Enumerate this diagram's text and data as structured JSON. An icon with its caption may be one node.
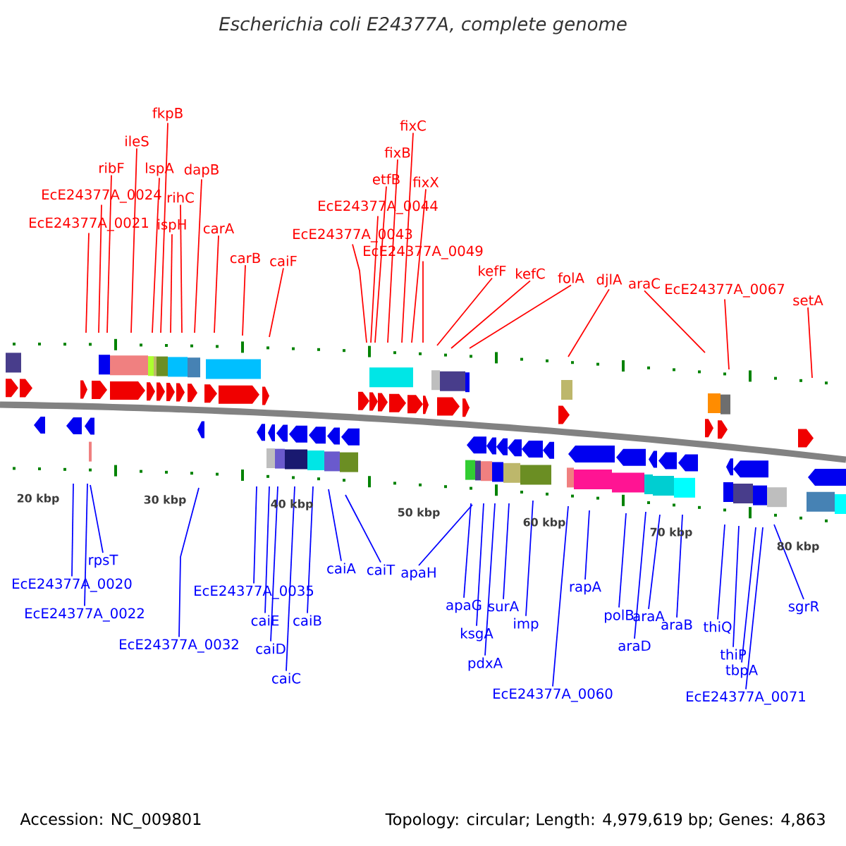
{
  "diagram": {
    "title": "Escherichia coli E24377A, complete genome",
    "nodes": [
      {
        "text": [
          "EcE24377A_0021"
        ]
      },
      {
        "text": [
          "EcE24377A_0024"
        ]
      },
      {
        "text": [
          "ribF"
        ]
      },
      {
        "text": [
          "ileS"
        ]
      },
      {
        "text": [
          "lspA"
        ]
      },
      {
        "text": [
          "fkpB"
        ]
      },
      {
        "text": [
          "ispH"
        ]
      },
      {
        "text": [
          "rihC"
        ]
      },
      {
        "text": [
          "dapB"
        ]
      },
      {
        "text": [
          "carA"
        ]
      },
      {
        "text": [
          "carB"
        ]
      },
      {
        "text": [
          "caiF"
        ]
      },
      {
        "text": [
          "EcE24377A_0043"
        ]
      },
      {
        "text": [
          "EcE24377A_0044"
        ]
      },
      {
        "text": [
          "etfB"
        ]
      },
      {
        "text": [
          "fixB"
        ]
      },
      {
        "text": [
          "fixC"
        ]
      },
      {
        "text": [
          "fixX"
        ]
      },
      {
        "text": [
          "EcE24377A_0049"
        ]
      },
      {
        "text": [
          "kefF"
        ]
      },
      {
        "text": [
          "kefC"
        ]
      },
      {
        "text": [
          "folA"
        ]
      },
      {
        "text": [
          "djlA"
        ]
      },
      {
        "text": [
          "araC"
        ]
      },
      {
        "text": [
          "EcE24377A_0067"
        ]
      },
      {
        "text": [
          "setA"
        ]
      },
      {
        "text": [
          "EcE24377A_0020"
        ]
      },
      {
        "text": [
          "rpsT"
        ]
      },
      {
        "text": [
          "EcE24377A_0022"
        ]
      },
      {
        "text": [
          "EcE24377A_0032"
        ]
      },
      {
        "text": [
          "EcE24377A_0035"
        ]
      },
      {
        "text": [
          "caiE"
        ]
      },
      {
        "text": [
          "caiD"
        ]
      },
      {
        "text": [
          "caiC"
        ]
      },
      {
        "text": [
          "caiB"
        ]
      },
      {
        "text": [
          "caiA"
        ]
      },
      {
        "text": [
          "caiT"
        ]
      },
      {
        "text": [
          "apaH"
        ]
      },
      {
        "text": [
          "apaG"
        ]
      },
      {
        "text": [
          "ksgA"
        ]
      },
      {
        "text": [
          "pdxA"
        ]
      },
      {
        "text": [
          "surA"
        ]
      },
      {
        "text": [
          "imp"
        ]
      },
      {
        "text": [
          "EcE24377A_0060"
        ]
      },
      {
        "text": [
          "rapA"
        ]
      },
      {
        "text": [
          "polB"
        ]
      },
      {
        "text": [
          "araD"
        ]
      },
      {
        "text": [
          "araA"
        ]
      },
      {
        "text": [
          "araB"
        ]
      },
      {
        "text": [
          "thiQ"
        ]
      },
      {
        "text": [
          "thiP"
        ]
      },
      {
        "text": [
          "tbpA"
        ]
      },
      {
        "text": [
          "EcE24377A_0071"
        ]
      },
      {
        "text": [
          "sgrR"
        ]
      }
    ],
    "edges": [
      {
        "from": 0,
        "to": null,
        "arrow": "none",
        "color": "#ff0000"
      },
      {
        "from": 1,
        "to": null,
        "arrow": "none",
        "color": "#ff0000"
      },
      {
        "from": 2,
        "to": null,
        "arrow": "none",
        "color": "#ff0000"
      },
      {
        "from": 3,
        "to": null,
        "arrow": "none",
        "color": "#ff0000"
      },
      {
        "from": 4,
        "to": null,
        "arrow": "none",
        "color": "#ff0000"
      },
      {
        "from": 5,
        "to": null,
        "arrow": "none",
        "color": "#ff0000"
      },
      {
        "from": 6,
        "to": null,
        "arrow": "none",
        "color": "#ff0000"
      },
      {
        "from": 7,
        "to": null,
        "arrow": "none",
        "color": "#ff0000"
      },
      {
        "from": 8,
        "to": null,
        "arrow": "none",
        "color": "#ff0000"
      },
      {
        "from": 9,
        "to": null,
        "arrow": "none",
        "color": "#ff0000"
      },
      {
        "from": 10,
        "to": null,
        "arrow": "none",
        "color": "#ff0000"
      },
      {
        "from": 11,
        "to": null,
        "arrow": "none",
        "color": "#ff0000"
      },
      {
        "from": 12,
        "to": null,
        "arrow": "none",
        "color": "#ff0000"
      },
      {
        "from": 13,
        "to": null,
        "arrow": "none",
        "color": "#ff0000"
      },
      {
        "from": 14,
        "to": null,
        "arrow": "none",
        "color": "#ff0000"
      },
      {
        "from": 15,
        "to": null,
        "arrow": "none",
        "color": "#ff0000"
      },
      {
        "from": 16,
        "to": null,
        "arrow": "none",
        "color": "#ff0000"
      },
      {
        "from": 17,
        "to": null,
        "arrow": "none",
        "color": "#ff0000"
      },
      {
        "from": 18,
        "to": null,
        "arrow": "none",
        "color": "#ff0000"
      },
      {
        "from": 19,
        "to": null,
        "arrow": "none",
        "color": "#ff0000"
      },
      {
        "from": 20,
        "to": null,
        "arrow": "none",
        "color": "#ff0000"
      },
      {
        "from": 21,
        "to": null,
        "arrow": "none",
        "color": "#ff0000"
      },
      {
        "from": 22,
        "to": null,
        "arrow": "none",
        "color": "#ff0000"
      },
      {
        "from": 23,
        "to": null,
        "arrow": "none",
        "color": "#ff0000"
      },
      {
        "from": 24,
        "to": null,
        "arrow": "none",
        "color": "#ff0000"
      },
      {
        "from": 25,
        "to": null,
        "arrow": "none",
        "color": "#ff0000"
      },
      {
        "from": 26,
        "to": null,
        "arrow": "none",
        "color": "#0000ff"
      },
      {
        "from": 27,
        "to": null,
        "arrow": "none",
        "color": "#0000ff"
      },
      {
        "from": 28,
        "to": null,
        "arrow": "none",
        "color": "#0000ff"
      },
      {
        "from": 29,
        "to": null,
        "arrow": "none",
        "color": "#0000ff"
      },
      {
        "from": 30,
        "to": null,
        "arrow": "none",
        "color": "#0000ff"
      },
      {
        "from": 31,
        "to": null,
        "arrow": "none",
        "color": "#0000ff"
      },
      {
        "from": 32,
        "to": null,
        "arrow": "none",
        "color": "#0000ff"
      },
      {
        "from": 33,
        "to": null,
        "arrow": "none",
        "color": "#0000ff"
      },
      {
        "from": 34,
        "to": null,
        "arrow": "none",
        "color": "#0000ff"
      },
      {
        "from": 35,
        "to": null,
        "arrow": "none",
        "color": "#0000ff"
      },
      {
        "from": 36,
        "to": null,
        "arrow": "none",
        "color": "#0000ff"
      },
      {
        "from": 37,
        "to": null,
        "arrow": "none",
        "color": "#0000ff"
      },
      {
        "from": 38,
        "to": null,
        "arrow": "none",
        "color": "#0000ff"
      },
      {
        "from": 39,
        "to": null,
        "arrow": "none",
        "color": "#0000ff"
      },
      {
        "from": 40,
        "to": null,
        "arrow": "none",
        "color": "#0000ff"
      },
      {
        "from": 41,
        "to": null,
        "arrow": "none",
        "color": "#0000ff"
      },
      {
        "from": 42,
        "to": null,
        "arrow": "none",
        "color": "#0000ff"
      },
      {
        "from": 43,
        "to": null,
        "arrow": "none",
        "color": "#0000ff"
      },
      {
        "from": 44,
        "to": null,
        "arrow": "none",
        "color": "#0000ff"
      },
      {
        "from": 45,
        "to": null,
        "arrow": "none",
        "color": "#0000ff"
      },
      {
        "from": 46,
        "to": null,
        "arrow": "none",
        "color": "#0000ff"
      },
      {
        "from": 47,
        "to": null,
        "arrow": "none",
        "color": "#0000ff"
      },
      {
        "from": 48,
        "to": null,
        "arrow": "none",
        "color": "#0000ff"
      },
      {
        "from": 49,
        "to": null,
        "arrow": "none",
        "color": "#0000ff"
      },
      {
        "from": 50,
        "to": null,
        "arrow": "none",
        "color": "#0000ff"
      },
      {
        "from": 51,
        "to": null,
        "arrow": "none",
        "color": "#0000ff"
      },
      {
        "from": 52,
        "to": null,
        "arrow": "none",
        "color": "#0000ff"
      },
      {
        "from": 53,
        "to": null,
        "arrow": "none",
        "color": "#0000ff"
      }
    ],
    "labels": [
      "20 kbp",
      "30 kbp",
      "40 kbp",
      "50 kbp",
      "60 kbp",
      "70 kbp",
      "80 kbp",
      "Accession: NC_009801",
      "Topology: circular; Length: 4,979,619 bp; Genes: 4,863"
    ]
  }
}
